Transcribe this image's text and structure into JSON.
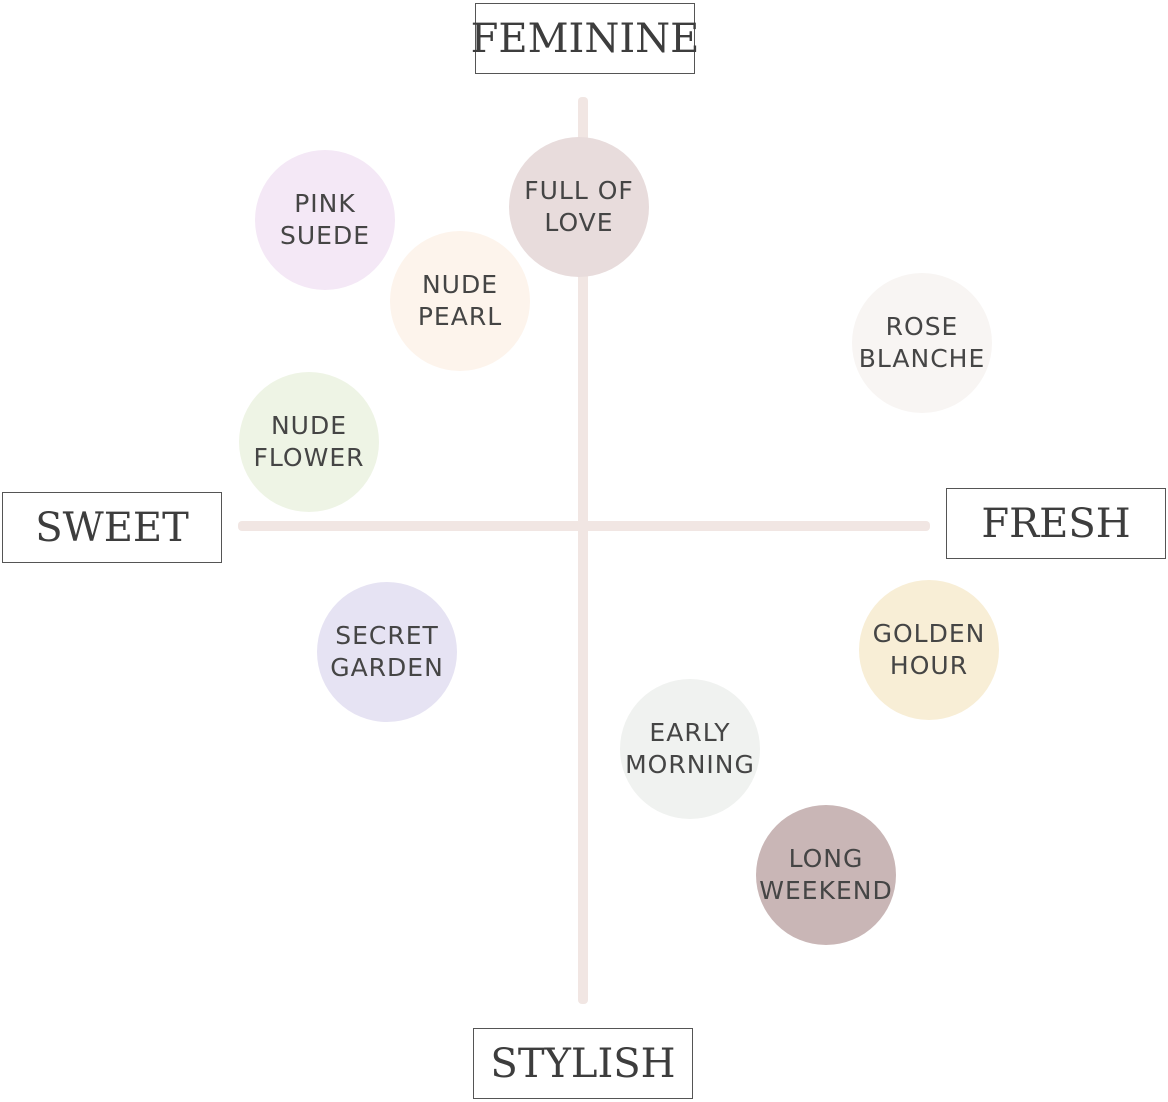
{
  "axes": {
    "top": "FEMININE",
    "left": "SWEET",
    "right": "FRESH",
    "bottom": "STYLISH",
    "line_color": "#f1e6e3"
  },
  "scents": [
    {
      "id": "pink-suede",
      "line1": "PINK",
      "line2": "SUEDE",
      "color": "#f4e8f6"
    },
    {
      "id": "full-of-love",
      "line1": "FULL OF",
      "line2": "LOVE",
      "color": "#e8dcdc"
    },
    {
      "id": "nude-pearl",
      "line1": "NUDE",
      "line2": "PEARL",
      "color": "#fdf4ec"
    },
    {
      "id": "rose-blanche",
      "line1": "ROSE",
      "line2": "BLANCHE",
      "color": "#f8f5f3"
    },
    {
      "id": "nude-flower",
      "line1": "NUDE",
      "line2": "FLOWER",
      "color": "#eef4e5"
    },
    {
      "id": "secret-garden",
      "line1": "SECRET",
      "line2": "GARDEN",
      "color": "#e6e3f3"
    },
    {
      "id": "golden-hour",
      "line1": "GOLDEN",
      "line2": "HOUR",
      "color": "#f8eed6"
    },
    {
      "id": "early-morning",
      "line1": "EARLY",
      "line2": "MORNING",
      "color": "#f0f2f0"
    },
    {
      "id": "long-weekend",
      "line1": "LONG",
      "line2": "WEEKEND",
      "color": "#c9b6b6"
    }
  ]
}
